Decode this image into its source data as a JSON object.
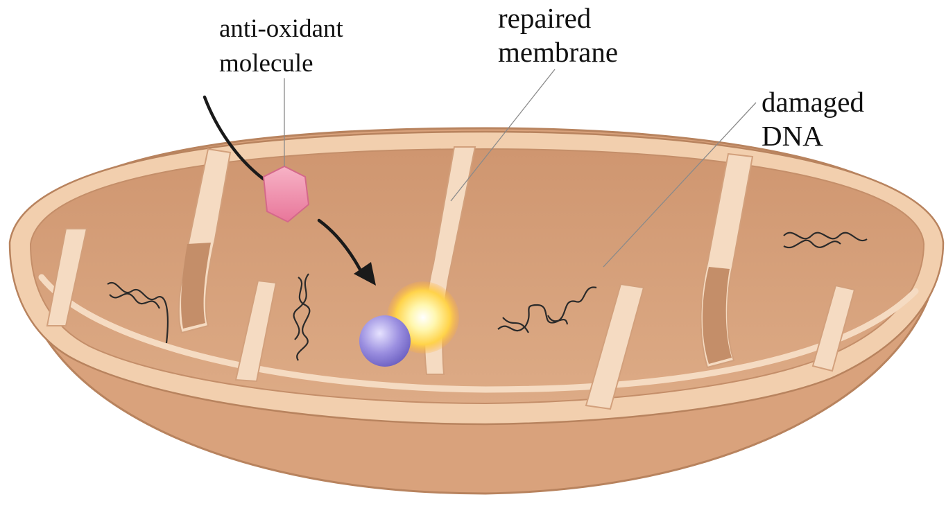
{
  "labels": {
    "antioxidant": {
      "line1": "anti-oxidant",
      "line2": "molecule"
    },
    "membrane": {
      "line1": "repaired",
      "line2": "membrane"
    },
    "dna": {
      "line1": "damaged",
      "line2": "DNA"
    }
  },
  "colors": {
    "outer_membrane": "#f2cfae",
    "outer_rim_edge": "#b8835e",
    "matrix": "#d9a27c",
    "matrix_shadow": "#c48e69",
    "cristae": "#f5dbc2",
    "antioxidant": "#f08aa8",
    "free_radical": "#9b8fe0",
    "flash": "#ffe97a",
    "arrow": "#1a1a1a",
    "leader_line": "#8a8a8a"
  }
}
